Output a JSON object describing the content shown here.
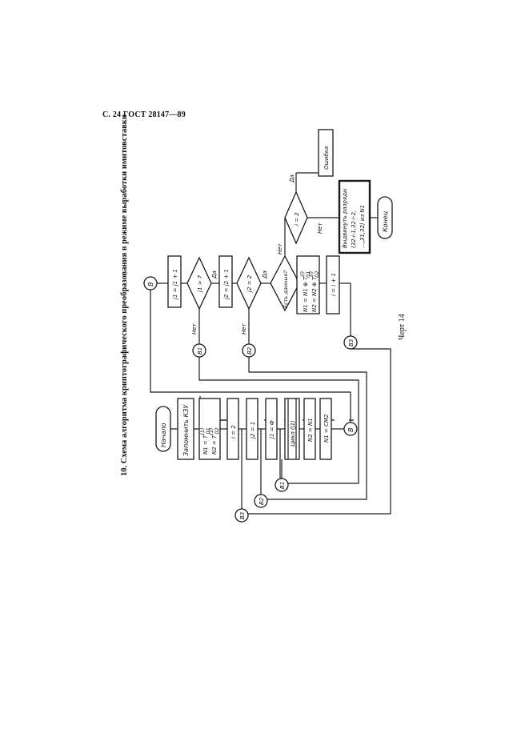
{
  "header": "С. 24 ГОСТ 28147—89",
  "caption": "10. Схема алгоритма криптографического преобразования в режиме выработки имитовставки",
  "sheet_label": "Черт 14",
  "blocks": {
    "start": "Начало",
    "store": "Запомнить КЗУ",
    "init_n1": "N1 = T",
    "init_n1_sup": "(1)",
    "init_n1_sub": "01",
    "init_n2": "N2 = T",
    "init_n2_sup": "(1)",
    "init_n2_sub": "02",
    "i2": "i = 2",
    "j2": "j2 = 1",
    "j1": "j1 = Ф",
    "cycle": "Цикл (j1)",
    "n2n1": "N2 = N1",
    "n1cm2": "N1 = СМ2",
    "j1inc": "j1 = j1 + 1",
    "j1cond": "j1 > 7",
    "j2inc": "j2 = j2 + 1",
    "j2cond": "j2 = 2",
    "data_cond": "Есть данные?",
    "xor_n1": "N1 = N1 ⊕ T",
    "xor_n1_sup": "(i)",
    "xor_n1_sub": "01",
    "xor_n2": "N2 = N2 ⊕ T",
    "xor_n2_sup": "(i)",
    "xor_n2_sub": "02",
    "iinc": "i = i + 1",
    "icond": "i = 2",
    "error": "Ошибка",
    "output_l1": "Выдвинуть разряды",
    "output_l2": "(32·i-1,32·i-2,",
    "output_l3": "...,31,32) из N1",
    "end": "Конец"
  },
  "labels": {
    "yes": "Да",
    "no": "Нет"
  },
  "connectors": {
    "B": "В",
    "B1": "В1",
    "B2": "В2",
    "B3": "В3"
  }
}
